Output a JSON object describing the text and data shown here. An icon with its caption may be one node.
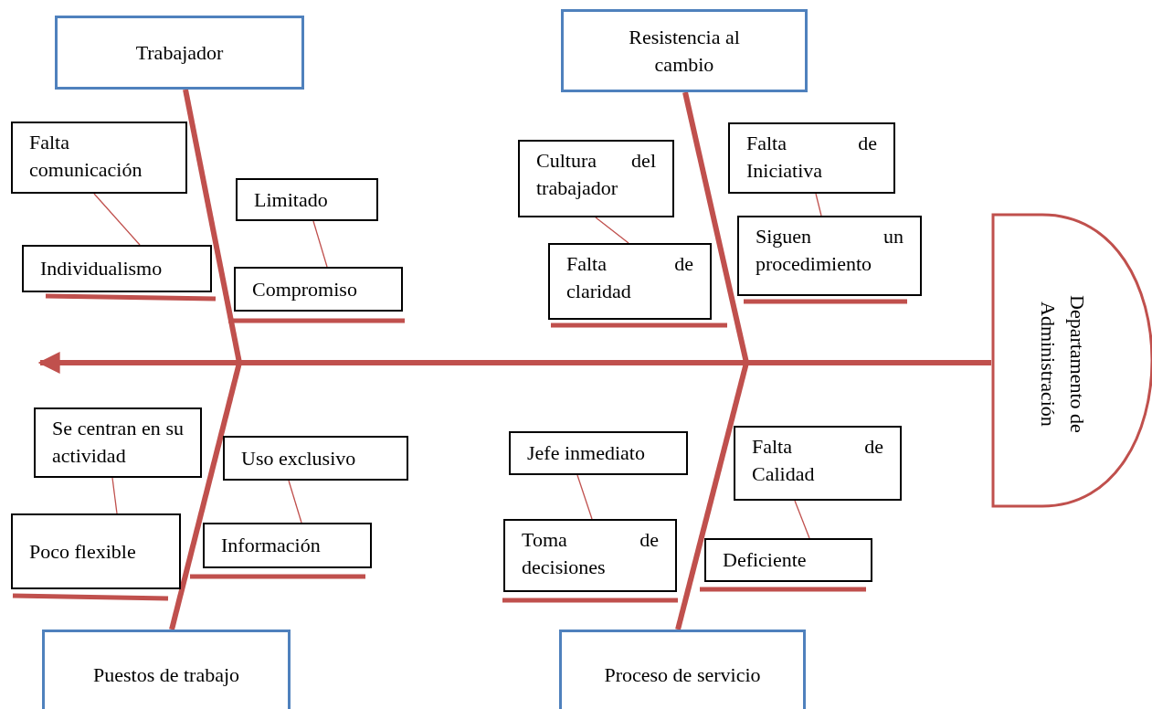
{
  "diagram": {
    "nodes": [
      {
        "text": [
          "Trabajador"
        ]
      },
      {
        "text": [
          "Resistencia al cambio"
        ]
      },
      {
        "text": [
          "Departamento de Administración"
        ]
      },
      {
        "text": [
          "Falta comunicación"
        ]
      },
      {
        "text": [
          "Limitado"
        ]
      },
      {
        "text": [
          "Individualismo"
        ]
      },
      {
        "text": [
          "Compromiso"
        ]
      },
      {
        "text": [
          "Cultura del trabajador"
        ]
      },
      {
        "text": [
          "Falta de Iniciativa"
        ]
      },
      {
        "text": [
          "Falta de claridad"
        ]
      },
      {
        "text": [
          "Siguen un procedimiento"
        ]
      },
      {
        "text": [
          "Se centran en su actividad"
        ]
      },
      {
        "text": [
          "Uso exclusivo"
        ]
      },
      {
        "text": [
          "Jefe inmediato"
        ]
      },
      {
        "text": [
          "Falta de Calidad"
        ]
      },
      {
        "text": [
          "Poco flexible"
        ]
      },
      {
        "text": [
          "Información"
        ]
      },
      {
        "text": [
          "Toma de decisiones"
        ]
      },
      {
        "text": [
          "Deficiente"
        ]
      },
      {
        "text": [
          "Puestos de trabajo"
        ]
      },
      {
        "text": [
          "Proceso de servicio"
        ]
      }
    ],
    "edges": [
      {
        "from": 2,
        "to": null,
        "arrow": "to",
        "style": "thick"
      },
      {
        "from": 0,
        "to": null,
        "arrow": "none",
        "style": "thick"
      },
      {
        "from": 1,
        "to": null,
        "arrow": "none",
        "style": "thick"
      },
      {
        "from": 19,
        "to": null,
        "arrow": "none",
        "style": "thick"
      },
      {
        "from": 20,
        "to": null,
        "arrow": "none",
        "style": "thick"
      },
      {
        "from": 3,
        "to": 5,
        "arrow": "none"
      },
      {
        "from": 4,
        "to": 6,
        "arrow": "none"
      },
      {
        "from": 7,
        "to": 9,
        "arrow": "none"
      },
      {
        "from": 8,
        "to": 10,
        "arrow": "none"
      },
      {
        "from": 11,
        "to": 15,
        "arrow": "none"
      },
      {
        "from": 12,
        "to": 16,
        "arrow": "none"
      },
      {
        "from": 13,
        "to": 17,
        "arrow": "none"
      },
      {
        "from": 14,
        "to": 18,
        "arrow": "none"
      }
    ]
  }
}
